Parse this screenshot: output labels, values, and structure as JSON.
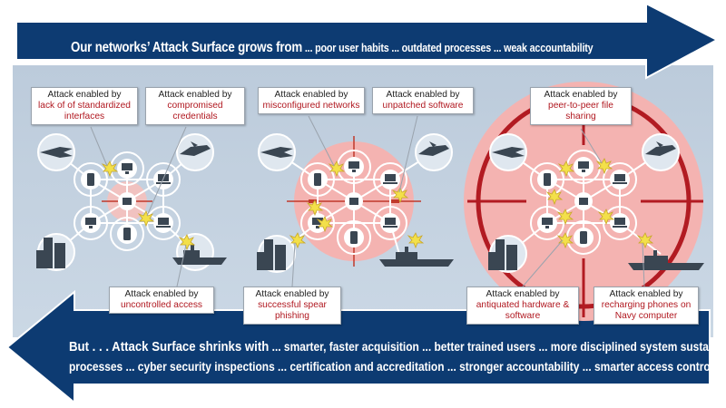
{
  "banner_top": {
    "lead": "Our networks’ Attack Surface grows from",
    "rest": " ... poor user habits ... outdated processes ... weak accountability"
  },
  "banner_bottom": {
    "lead": "But . . . Attack Surface shrinks with",
    "line1": " ... smarter, faster acquisition ... better trained users ... more disciplined system sustainment",
    "line2": "processes ... cyber security inspections ... certification and accreditation ... stronger accountability ... smarter access control"
  },
  "callouts": [
    {
      "lead": "Attack enabled by",
      "cause": "lack of of standardized interfaces"
    },
    {
      "lead": "Attack enabled by",
      "cause": "compromised credentials"
    },
    {
      "lead": "Attack enabled by",
      "cause": "uncontrolled access"
    },
    {
      "lead": "Attack enabled by",
      "cause": "misconfigured networks"
    },
    {
      "lead": "Attack enabled by",
      "cause": "unpatched software"
    },
    {
      "lead": "Attack enabled by",
      "cause": "successful spear phishing"
    },
    {
      "lead": "Attack enabled by",
      "cause": "peer-to-peer file sharing"
    },
    {
      "lead": "Attack enabled by",
      "cause": "antiquated hardware & software"
    },
    {
      "lead": "Attack enabled by",
      "cause": "recharging phones on Navy computer"
    }
  ],
  "colors": {
    "navy": "#0d3b72",
    "panel": "#c4d3e2",
    "cause_red": "#b0171f",
    "target_pink": "#f4b3b1",
    "crosshair_red": "#b21b22",
    "burst_yellow": "#f3e04a"
  },
  "icons": [
    "fighter-jet-icon",
    "airplane-icon",
    "warship-icon",
    "building-icon",
    "phone-icon",
    "laptop-icon",
    "monitor-icon",
    "explosion-icon",
    "crosshair-icon"
  ]
}
